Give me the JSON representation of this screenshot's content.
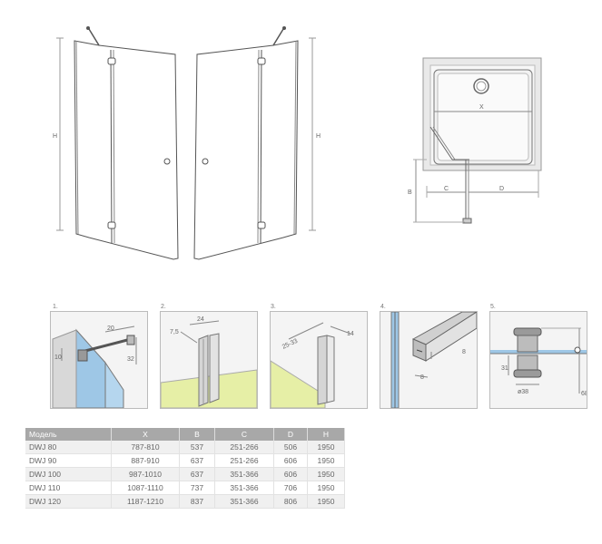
{
  "labels": {
    "height": "H",
    "x": "X",
    "b": "B",
    "c": "C",
    "d": "D"
  },
  "details": [
    {
      "num": "1.",
      "dims": [
        "20",
        "10",
        "32"
      ]
    },
    {
      "num": "2.",
      "dims": [
        "24",
        "7,5"
      ]
    },
    {
      "num": "3.",
      "dims": [
        "25-33",
        "14"
      ]
    },
    {
      "num": "4.",
      "dims": [
        "8",
        "8"
      ]
    },
    {
      "num": "5.",
      "dims": [
        "31",
        "ø38",
        "68"
      ]
    }
  ],
  "table": {
    "headers": [
      "Модель",
      "X",
      "B",
      "C",
      "D",
      "H"
    ],
    "rows": [
      [
        "DWJ 80",
        "787-810",
        "537",
        "251-266",
        "506",
        "1950"
      ],
      [
        "DWJ 90",
        "887-910",
        "637",
        "251-266",
        "606",
        "1950"
      ],
      [
        "DWJ 100",
        "987-1010",
        "637",
        "351-366",
        "606",
        "1950"
      ],
      [
        "DWJ 110",
        "1087-1110",
        "737",
        "351-366",
        "706",
        "1950"
      ],
      [
        "DWJ 120",
        "1187-1210",
        "837",
        "351-366",
        "806",
        "1950"
      ]
    ]
  }
}
